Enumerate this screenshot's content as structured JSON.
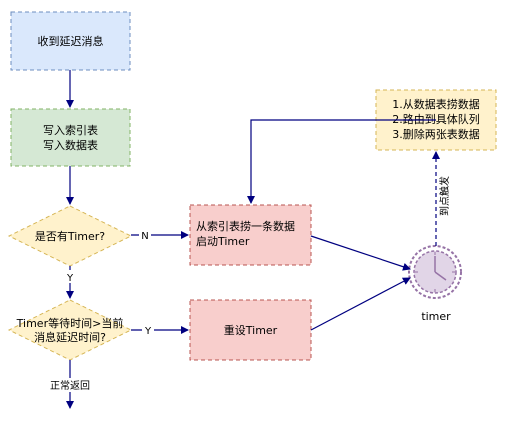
{
  "nodes": {
    "receive": {
      "text": "收到延迟消息"
    },
    "write": {
      "lines": [
        "写入索引表",
        "写入数据表"
      ]
    },
    "has_timer": {
      "text": "是否有Timer?"
    },
    "wait_compare": {
      "lines": [
        "Timer等待时间>当前",
        "消息延迟时间?"
      ]
    },
    "fetch": {
      "lines": [
        "从索引表捞一条数据",
        "启动Timer"
      ]
    },
    "reset": {
      "text": "重设Timer"
    },
    "actions": {
      "lines": [
        "1.从数据表捞数据",
        "2.路由到具体队列",
        "3.删除两张表数据"
      ]
    },
    "timer": {
      "text": "timer"
    }
  },
  "edges": {
    "no": "N",
    "yes1": "Y",
    "yes2": "Y",
    "normal_return": "正常返回",
    "trigger": "到点触发"
  },
  "colors": {
    "blue_fill": "#dae8fc",
    "blue_stroke": "#6c8ebf",
    "green_fill": "#d5e8d4",
    "green_stroke": "#82b366",
    "yellow_fill": "#fff2cc",
    "yellow_stroke": "#d6b656",
    "red_fill": "#f8cecc",
    "red_stroke": "#b85450",
    "purple_fill": "#e1d5e7",
    "purple_stroke": "#9673a6",
    "edge": "#000080"
  }
}
